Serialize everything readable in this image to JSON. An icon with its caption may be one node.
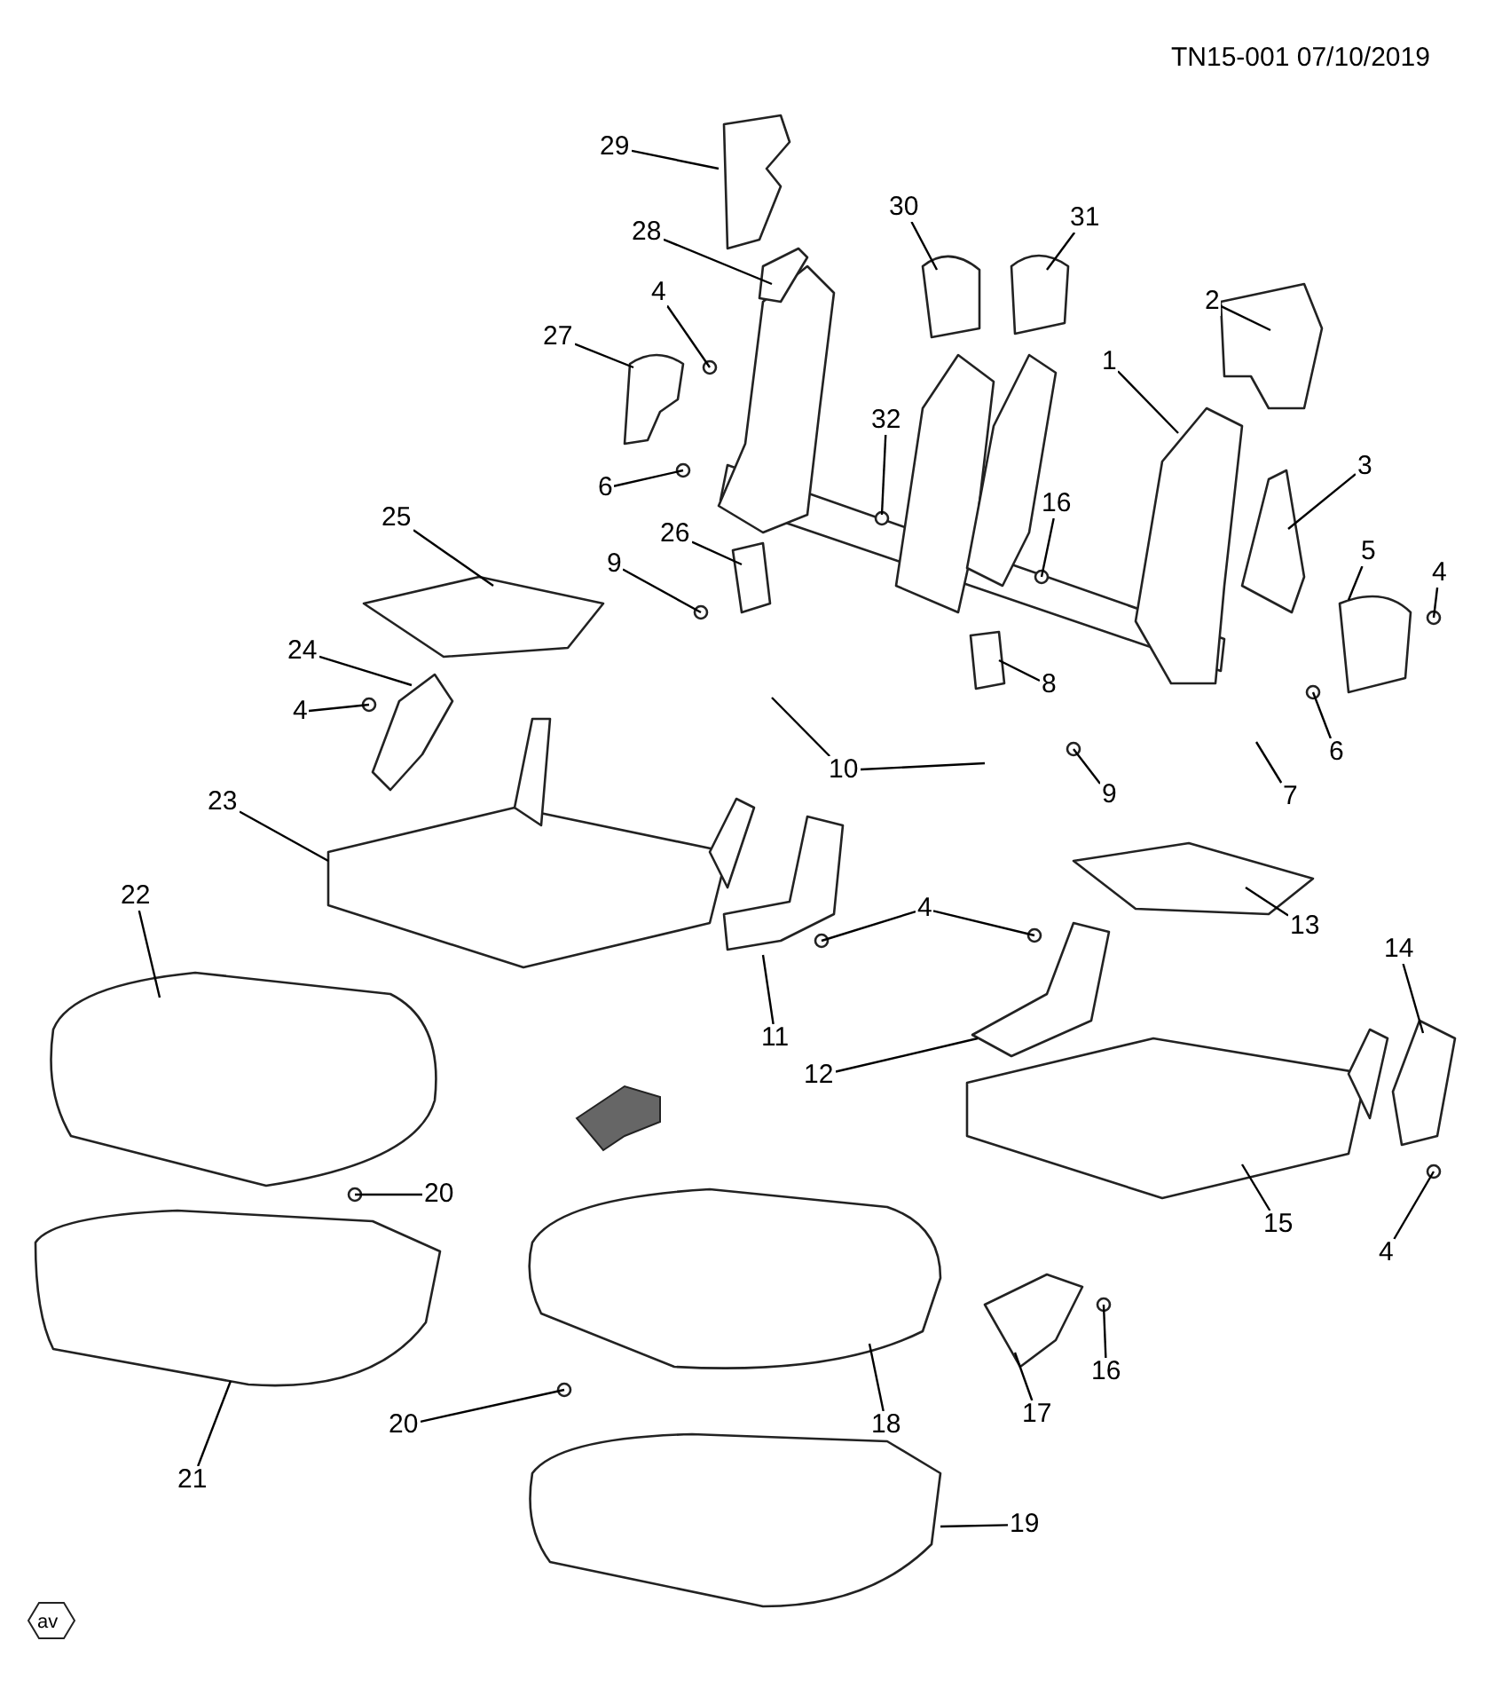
{
  "diagram": {
    "nodes": [
      {
        "text": [
          "29"
        ]
      },
      {
        "text": [
          "28"
        ]
      },
      {
        "text": [
          "4"
        ]
      },
      {
        "text": [
          "27"
        ]
      },
      {
        "text": [
          "30"
        ]
      },
      {
        "text": [
          "31"
        ]
      },
      {
        "text": [
          "2"
        ]
      },
      {
        "text": [
          "32"
        ]
      },
      {
        "text": [
          "1"
        ]
      },
      {
        "text": [
          "3"
        ]
      },
      {
        "text": [
          "6"
        ]
      },
      {
        "text": [
          "16"
        ]
      },
      {
        "text": [
          "25"
        ]
      },
      {
        "text": [
          "26"
        ]
      },
      {
        "text": [
          "5"
        ]
      },
      {
        "text": [
          "4"
        ]
      },
      {
        "text": [
          "9"
        ]
      },
      {
        "text": [
          "24"
        ]
      },
      {
        "text": [
          "4"
        ]
      },
      {
        "text": [
          "8"
        ]
      },
      {
        "text": [
          "6"
        ]
      },
      {
        "text": [
          "10"
        ]
      },
      {
        "text": [
          "9"
        ]
      },
      {
        "text": [
          "7"
        ]
      },
      {
        "text": [
          "23"
        ]
      },
      {
        "text": [
          "22"
        ]
      },
      {
        "text": [
          "4"
        ]
      },
      {
        "text": [
          "13"
        ]
      },
      {
        "text": [
          "14"
        ]
      },
      {
        "text": [
          "11"
        ]
      },
      {
        "text": [
          "12"
        ]
      },
      {
        "text": [
          "20"
        ]
      },
      {
        "text": [
          "15"
        ]
      },
      {
        "text": [
          "4"
        ]
      },
      {
        "text": [
          "16"
        ]
      },
      {
        "text": [
          "17"
        ]
      },
      {
        "text": [
          "18"
        ]
      },
      {
        "text": [
          "20"
        ]
      },
      {
        "text": [
          "21"
        ]
      },
      {
        "text": [
          "19"
        ]
      }
    ],
    "edges": [
      {
        "from": 0,
        "to": null,
        "arrow": "none"
      },
      {
        "from": 1,
        "to": null,
        "arrow": "none"
      },
      {
        "from": 2,
        "to": null,
        "arrow": "none"
      },
      {
        "from": 3,
        "to": null,
        "arrow": "none"
      },
      {
        "from": 4,
        "to": null,
        "arrow": "none"
      },
      {
        "from": 5,
        "to": null,
        "arrow": "none"
      },
      {
        "from": 6,
        "to": null,
        "arrow": "none"
      },
      {
        "from": 7,
        "to": null,
        "arrow": "none"
      },
      {
        "from": 8,
        "to": null,
        "arrow": "none"
      },
      {
        "from": 9,
        "to": null,
        "arrow": "none"
      },
      {
        "from": 10,
        "to": null,
        "arrow": "none"
      },
      {
        "from": 11,
        "to": null,
        "arrow": "none"
      },
      {
        "from": 12,
        "to": null,
        "arrow": "none"
      },
      {
        "from": 13,
        "to": null,
        "arrow": "none"
      },
      {
        "from": 14,
        "to": null,
        "arrow": "none"
      },
      {
        "from": 15,
        "to": null,
        "arrow": "none"
      },
      {
        "from": 16,
        "to": null,
        "arrow": "none"
      },
      {
        "from": 17,
        "to": null,
        "arrow": "none"
      },
      {
        "from": 18,
        "to": null,
        "arrow": "none"
      },
      {
        "from": 19,
        "to": null,
        "arrow": "none"
      },
      {
        "from": 20,
        "to": null,
        "arrow": "none"
      },
      {
        "from": 21,
        "to": null,
        "arrow": "none"
      },
      {
        "from": 21,
        "to": null,
        "arrow": "none"
      },
      {
        "from": 22,
        "to": null,
        "arrow": "none"
      },
      {
        "from": 23,
        "to": null,
        "arrow": "none"
      },
      {
        "from": 24,
        "to": null,
        "arrow": "none"
      },
      {
        "from": 25,
        "to": null,
        "arrow": "none"
      },
      {
        "from": 26,
        "to": null,
        "arrow": "none"
      },
      {
        "from": 26,
        "to": null,
        "arrow": "none"
      },
      {
        "from": 27,
        "to": null,
        "arrow": "none"
      },
      {
        "from": 28,
        "to": null,
        "arrow": "none"
      },
      {
        "from": 29,
        "to": null,
        "arrow": "none"
      },
      {
        "from": 30,
        "to": null,
        "arrow": "none"
      },
      {
        "from": 31,
        "to": null,
        "arrow": "none"
      },
      {
        "from": 32,
        "to": null,
        "arrow": "none"
      },
      {
        "from": 33,
        "to": null,
        "arrow": "none"
      },
      {
        "from": 34,
        "to": null,
        "arrow": "none"
      },
      {
        "from": 35,
        "to": null,
        "arrow": "none"
      },
      {
        "from": 36,
        "to": null,
        "arrow": "none"
      },
      {
        "from": 37,
        "to": null,
        "arrow": "none"
      },
      {
        "from": 38,
        "to": null,
        "arrow": "none"
      },
      {
        "from": 39,
        "to": null,
        "arrow": "none"
      }
    ],
    "labels": [
      "TN15-001 07/10/2019",
      "av"
    ]
  }
}
